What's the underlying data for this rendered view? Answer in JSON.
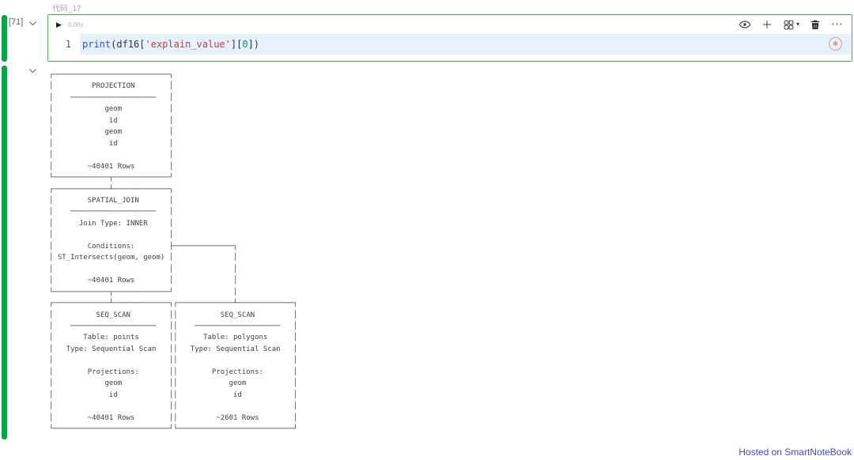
{
  "page": {
    "cell_title": "代码_17",
    "execution_count": "[71]",
    "footer_link": "Hosted on SmartNoteBook"
  },
  "cell": {
    "run_glyph": "▶",
    "runtime": "0.08s",
    "line_number": "1",
    "code_tokens": [
      {
        "type": "function",
        "text": "print"
      },
      {
        "type": "plain",
        "text": "("
      },
      {
        "type": "plain",
        "text": "df16"
      },
      {
        "type": "plain",
        "text": "["
      },
      {
        "type": "string",
        "text": "'explain_value'"
      },
      {
        "type": "plain",
        "text": "]["
      },
      {
        "type": "number",
        "text": "0"
      },
      {
        "type": "plain",
        "text": "])"
      }
    ],
    "toolbar_icons": [
      "visibility-icon",
      "add-icon",
      "clone-cell-icon",
      "delete-icon",
      "more-icon"
    ],
    "more_glyph": "⋯",
    "caret_glyph": "▾",
    "ai_glyph": "✻"
  },
  "output": {
    "explain_plan_lines": [
      "┌───────────────────────────┐",
      "│         PROJECTION        │",
      "│    ────────────────────   │",
      "│            geom           │",
      "│             id            │",
      "│            geom           │",
      "│             id            │",
      "│                           │",
      "│        ~40401 Rows        │",
      "└─────────────┬─────────────┘",
      "┌─────────────┴─────────────┐",
      "│        SPATIAL_JOIN       │",
      "│    ────────────────────   │",
      "│      Join Type: INNER     │",
      "│                           │",
      "│        Conditions:        ├──────────────┐",
      "│ ST_Intersects(geom, geom) │              │",
      "│                           │              │",
      "│        ~40401 Rows        │              │",
      "└─────────────┬─────────────┘              │",
      "┌─────────────┴─────────────┐┌─────────────┴─────────────┐",
      "│          SEQ_SCAN         ││          SEQ_SCAN         │",
      "│    ────────────────────   ││    ────────────────────   │",
      "│       Table: points       ││      Table: polygons      │",
      "│   Type: Sequential Scan   ││   Type: Sequential Scan   │",
      "│                           ││                           │",
      "│        Projections:       ││        Projections:       │",
      "│            geom           ││            geom           │",
      "│             id            ││             id            │",
      "│                           ││                           │",
      "│        ~40401 Rows        ││         ~2601 Rows        │",
      "└───────────────────────────┘└───────────────────────────┘"
    ]
  },
  "colors": {
    "selection_bar_green": "#09a348",
    "cell_border_green": "#4caf50",
    "active_line_blue": "#e6f1fb",
    "keyword_blue": "#2b50d4",
    "string_red": "#b2463d",
    "number_green": "#14935f",
    "link_blue": "#4645d0"
  }
}
